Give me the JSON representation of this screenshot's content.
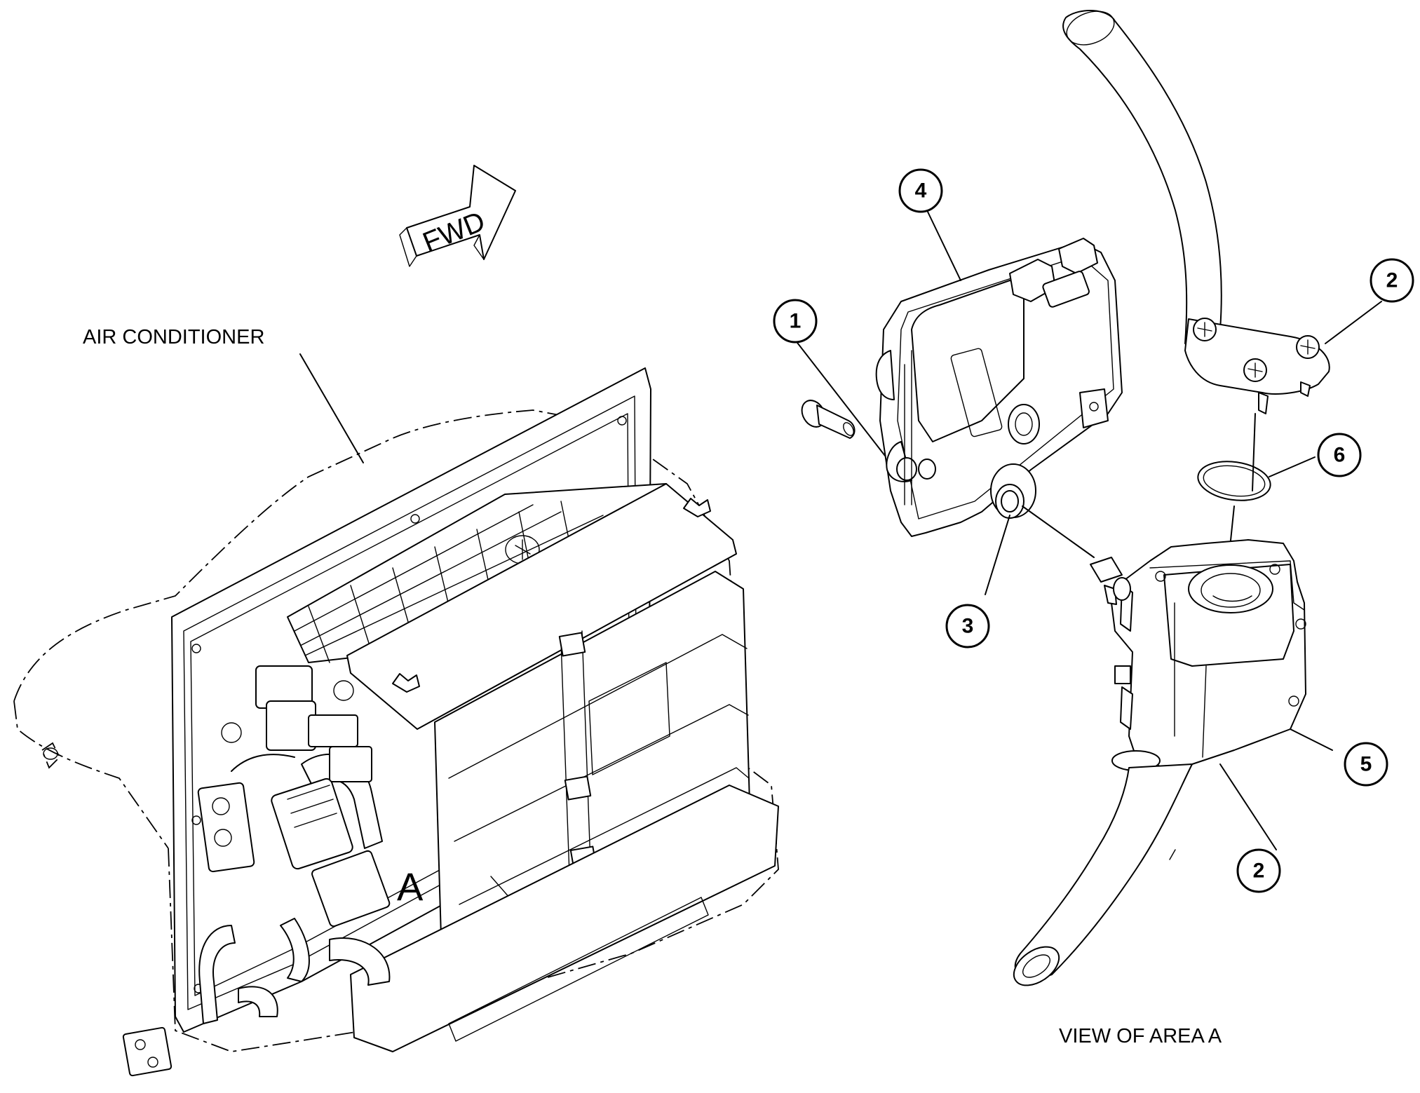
{
  "labels": {
    "air_conditioner": "AIR CONDITIONER",
    "area_marker": "A",
    "view_caption": "VIEW OF AREA A",
    "direction": "FWD"
  },
  "callouts": [
    {
      "id": "callout-1",
      "number": "1"
    },
    {
      "id": "callout-2-top",
      "number": "2"
    },
    {
      "id": "callout-3",
      "number": "3"
    },
    {
      "id": "callout-4",
      "number": "4"
    },
    {
      "id": "callout-5",
      "number": "5"
    },
    {
      "id": "callout-6",
      "number": "6"
    },
    {
      "id": "callout-2-bottom",
      "number": "2"
    }
  ]
}
